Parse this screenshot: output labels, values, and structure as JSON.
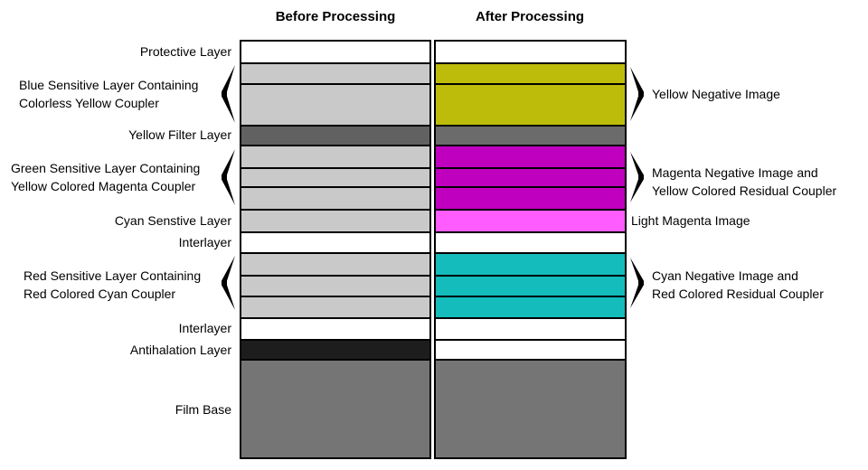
{
  "headers": {
    "before": "Before Processing",
    "after": "After Processing"
  },
  "layers": [
    {
      "name": "protective-layer",
      "before_color": "#ffffff",
      "after_color": "#ffffff"
    },
    {
      "name": "blue-sensitive-band-1",
      "before_color": "#c9c9c9",
      "after_color": "#bebc0a"
    },
    {
      "name": "blue-sensitive-band-2",
      "before_color": "#c9c9c9",
      "after_color": "#bebc0a"
    },
    {
      "name": "yellow-filter-layer",
      "before_color": "#616161",
      "after_color": "#6b6b6b"
    },
    {
      "name": "green-sensitive-band-1",
      "before_color": "#c9c9c9",
      "after_color": "#bf00bf"
    },
    {
      "name": "green-sensitive-band-2",
      "before_color": "#c9c9c9",
      "after_color": "#bf00bf"
    },
    {
      "name": "green-sensitive-band-3",
      "before_color": "#c9c9c9",
      "after_color": "#bf00bf"
    },
    {
      "name": "cyan-sensitive-layer",
      "before_color": "#c9c9c9",
      "after_color": "#ff5cff"
    },
    {
      "name": "interlayer-1",
      "before_color": "#ffffff",
      "after_color": "#ffffff"
    },
    {
      "name": "red-sensitive-band-1",
      "before_color": "#c9c9c9",
      "after_color": "#14bcbc"
    },
    {
      "name": "red-sensitive-band-2",
      "before_color": "#c9c9c9",
      "after_color": "#14bcbc"
    },
    {
      "name": "red-sensitive-band-3",
      "before_color": "#c9c9c9",
      "after_color": "#14bcbc"
    },
    {
      "name": "interlayer-2",
      "before_color": "#ffffff",
      "after_color": "#ffffff"
    },
    {
      "name": "antihalation-layer",
      "before_color": "#1d1d1d",
      "after_color": "#ffffff"
    },
    {
      "name": "film-base",
      "before_color": "#757575",
      "after_color": "#757575"
    }
  ],
  "left_labels": [
    {
      "name": "label-protective-layer",
      "lines": [
        "Protective Layer"
      ]
    },
    {
      "name": "label-blue-sensitive",
      "lines": [
        "Blue Sensitive Layer Containing",
        "Colorless Yellow Coupler"
      ],
      "brace": "left"
    },
    {
      "name": "label-yellow-filter",
      "lines": [
        "Yellow Filter Layer"
      ]
    },
    {
      "name": "label-green-sensitive",
      "lines": [
        "Green Sensitive Layer Containing",
        "Yellow Colored Magenta Coupler"
      ],
      "brace": "left"
    },
    {
      "name": "label-cyan-sensitive",
      "lines": [
        "Cyan Senstive Layer"
      ]
    },
    {
      "name": "label-interlayer-1",
      "lines": [
        "Interlayer"
      ]
    },
    {
      "name": "label-red-sensitive",
      "lines": [
        "Red Sensitive Layer Containing",
        "Red Colored Cyan Coupler"
      ],
      "brace": "left"
    },
    {
      "name": "label-interlayer-2",
      "lines": [
        "Interlayer"
      ]
    },
    {
      "name": "label-antihalation",
      "lines": [
        "Antihalation Layer"
      ]
    },
    {
      "name": "label-film-base",
      "lines": [
        "Film Base"
      ]
    }
  ],
  "right_labels": [
    {
      "name": "label-yellow-negative-image",
      "lines": [
        "Yellow Negative Image"
      ],
      "brace": "right"
    },
    {
      "name": "label-magenta-negative-image",
      "lines": [
        "Magenta Negative Image and",
        "Yellow Colored Residual Coupler"
      ],
      "brace": "right"
    },
    {
      "name": "label-light-magenta-image",
      "lines": [
        "Light Magenta Image"
      ]
    },
    {
      "name": "label-cyan-negative-image",
      "lines": [
        "Cyan Negative Image and",
        "Red Colored Residual Coupler"
      ],
      "brace": "right"
    }
  ]
}
